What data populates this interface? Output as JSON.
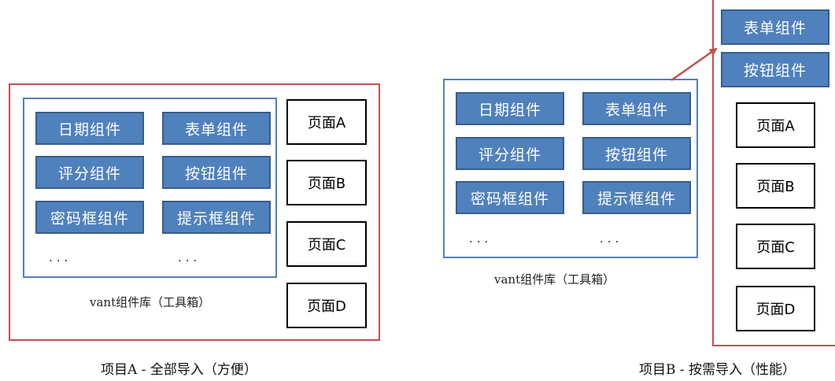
{
  "project_a": {
    "library_components": [
      "日期组件",
      "表单组件",
      "评分组件",
      "按钮组件",
      "密码框组件",
      "提示框组件"
    ],
    "ellipsis": "...",
    "library_label": "vant组件库（工具箱）",
    "pages": [
      "页面A",
      "页面B",
      "页面C",
      "页面D"
    ],
    "caption": "项目A - 全部导入（方便）"
  },
  "project_b": {
    "library_components": [
      "日期组件",
      "表单组件",
      "评分组件",
      "按钮组件",
      "密码框组件",
      "提示框组件"
    ],
    "ellipsis": "...",
    "library_label": "vant组件库（工具箱）",
    "imported_components": [
      "表单组件",
      "按钮组件"
    ],
    "pages": [
      "页面A",
      "页面B",
      "页面C",
      "页面D"
    ],
    "caption": "项目B - 按需导入（性能）"
  },
  "colors": {
    "component_fill": "#4f81bd",
    "component_border": "#385d8a",
    "project_frame": "#c0504d",
    "library_frame": "#4f81bd",
    "arrow": "#c0504d"
  }
}
